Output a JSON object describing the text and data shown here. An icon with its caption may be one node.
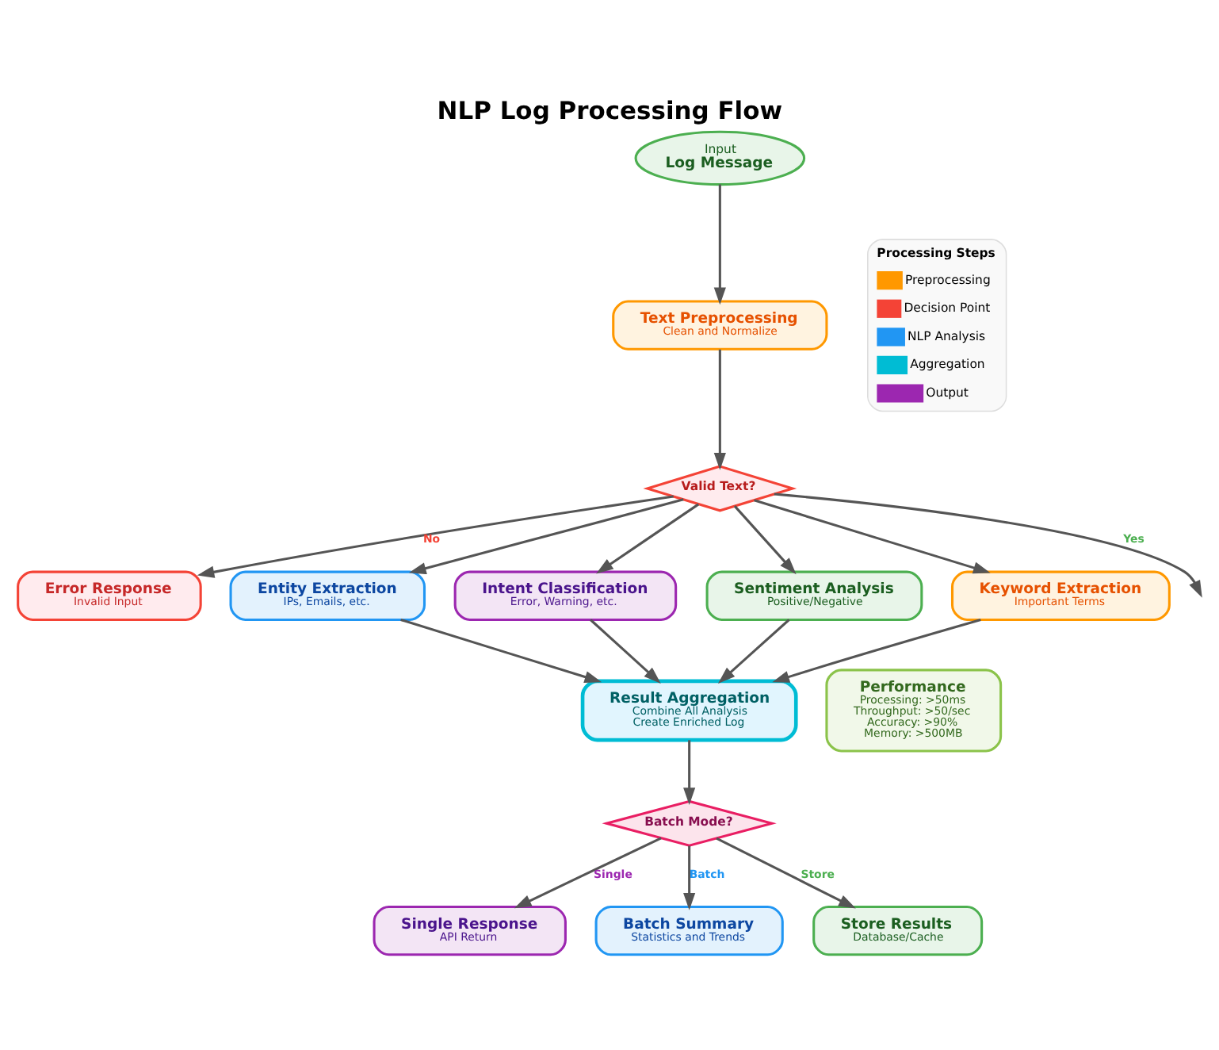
{
  "diagram": {
    "title": "NLP Log Processing Flow",
    "nodes": [
      {
        "text": [
          "Input",
          "Log Message"
        ]
      },
      {
        "text": [
          "Text Preprocessing",
          "Clean and Normalize"
        ]
      },
      {
        "text": [
          "Valid Text?"
        ]
      },
      {
        "text": [
          "Error Response",
          "Invalid Input"
        ]
      },
      {
        "text": [
          "Entity Extraction",
          "IPs, Emails, etc."
        ]
      },
      {
        "text": [
          "Intent Classification",
          "Error, Warning, etc."
        ]
      },
      {
        "text": [
          "Sentiment Analysis",
          "Positive/Negative"
        ]
      },
      {
        "text": [
          "Keyword Extraction",
          "Important Terms"
        ]
      },
      {
        "text": [
          "Performance",
          "Processing: >50ms",
          "Throughput: >50/sec",
          "Accuracy: >90%",
          "Memory: >500MB"
        ]
      },
      {
        "text": [
          "Result Aggregation",
          "Combine All Analysis",
          "Create Enriched Log"
        ]
      },
      {
        "text": [
          "Batch Mode?"
        ]
      },
      {
        "text": [
          "Single Response",
          "API Return"
        ]
      },
      {
        "text": [
          "Batch Summary",
          "Statistics and Trends"
        ]
      },
      {
        "text": [
          "Store Results",
          "Database/Cache"
        ]
      }
    ],
    "edges": [
      {
        "from": 0,
        "to": 1,
        "arrow": "to"
      },
      {
        "from": 1,
        "to": 2,
        "arrow": "to"
      },
      {
        "from": 2,
        "to": 3,
        "arrow": "to",
        "label": "No"
      },
      {
        "from": 2,
        "to": 4,
        "arrow": "to"
      },
      {
        "from": 2,
        "to": 5,
        "arrow": "to"
      },
      {
        "from": 2,
        "to": null,
        "arrow": "to",
        "label": "Yes"
      },
      {
        "from": 2,
        "to": 6,
        "arrow": "to"
      },
      {
        "from": 2,
        "to": 7,
        "arrow": "to"
      },
      {
        "from": 4,
        "to": 9,
        "arrow": "to"
      },
      {
        "from": 5,
        "to": 9,
        "arrow": "to"
      },
      {
        "from": 6,
        "to": 9,
        "arrow": "to"
      },
      {
        "from": 7,
        "to": 9,
        "arrow": "to"
      },
      {
        "from": 9,
        "to": 10,
        "arrow": "to"
      },
      {
        "from": 10,
        "to": 11,
        "arrow": "to",
        "label": "Single"
      },
      {
        "from": 10,
        "to": 12,
        "arrow": "to",
        "label": "Batch"
      },
      {
        "from": 10,
        "to": 13,
        "arrow": "to",
        "label": "Store"
      }
    ],
    "labels": [
      "Processing Steps"
    ],
    "legend": [
      {
        "text": "Preprocessing",
        "color": "#ff9800"
      },
      {
        "text": "Decision Point",
        "color": "#f44336"
      },
      {
        "text": "NLP Analysis",
        "color": "#2196f3"
      },
      {
        "text": "Aggregation",
        "color": "#00bcd4"
      },
      {
        "text": "Output",
        "color": "#9c27b0"
      }
    ]
  }
}
